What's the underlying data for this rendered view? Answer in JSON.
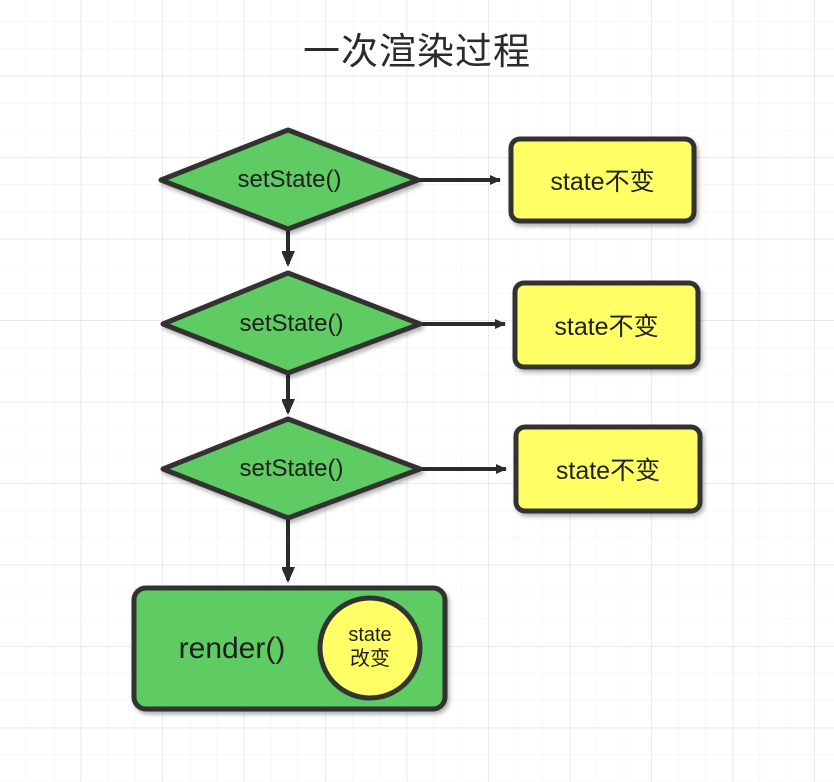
{
  "diagram": {
    "title": "一次渲染过程",
    "colors": {
      "green_fill": "#5FCB63",
      "yellow_fill": "#FFFF66",
      "stroke": "#333333",
      "text": "#1F1F1F",
      "background": "#FFFFFF",
      "grid_line": "#EDEDED"
    },
    "nodes": [
      {
        "id": "setstate-1",
        "type": "decision",
        "label": "setState()"
      },
      {
        "id": "setstate-2",
        "type": "decision",
        "label": "setState()"
      },
      {
        "id": "setstate-3",
        "type": "decision",
        "label": "setState()"
      },
      {
        "id": "state-unchanged-1",
        "type": "process",
        "label": "state不变"
      },
      {
        "id": "state-unchanged-2",
        "type": "process",
        "label": "state不变"
      },
      {
        "id": "state-unchanged-3",
        "type": "process",
        "label": "state不变"
      },
      {
        "id": "render",
        "type": "process",
        "label": "render()"
      },
      {
        "id": "state-changed",
        "type": "circle",
        "label_line1": "state",
        "label_line2": "改变"
      }
    ],
    "edges": [
      {
        "from": "setstate-1",
        "to": "state-unchanged-1",
        "direction": "right"
      },
      {
        "from": "setstate-1",
        "to": "setstate-2",
        "direction": "down"
      },
      {
        "from": "setstate-2",
        "to": "state-unchanged-2",
        "direction": "right"
      },
      {
        "from": "setstate-2",
        "to": "setstate-3",
        "direction": "down"
      },
      {
        "from": "setstate-3",
        "to": "state-unchanged-3",
        "direction": "right"
      },
      {
        "from": "setstate-3",
        "to": "render",
        "direction": "down"
      }
    ]
  }
}
